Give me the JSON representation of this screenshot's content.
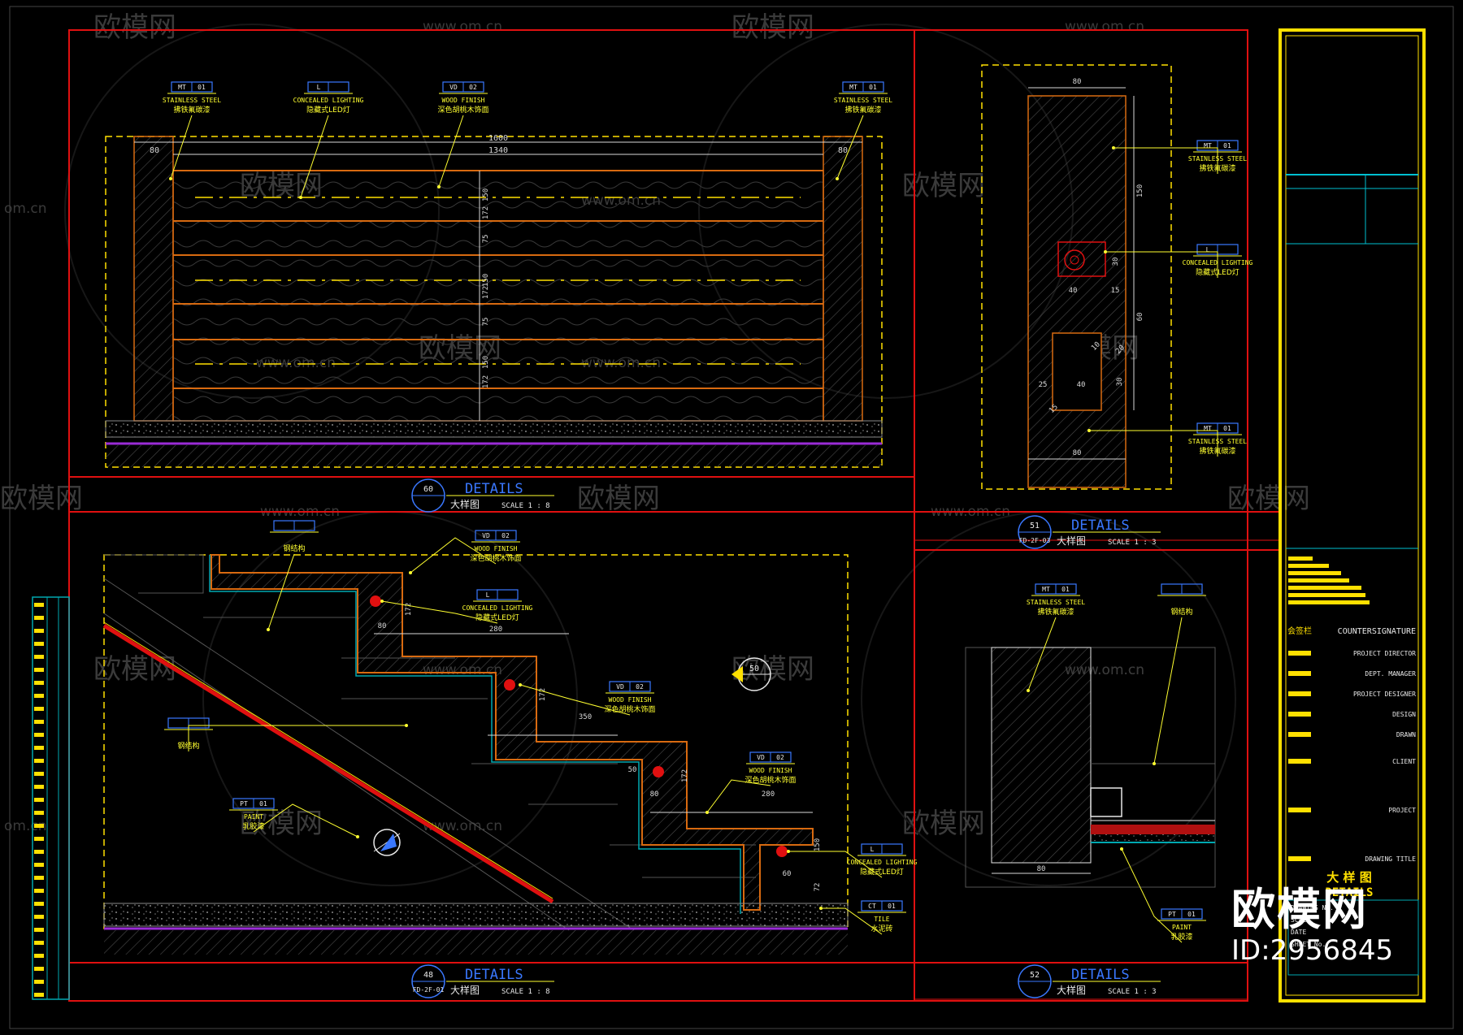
{
  "watermark": {
    "brand": "欧模网",
    "url": "www.om.cn",
    "url_short": "om.cn"
  },
  "brand": {
    "logo": "欧模网",
    "id": "ID:2956845"
  },
  "tags": {
    "mt01": {
      "code": "MT",
      "num": "01",
      "en": "STAINLESS STEEL",
      "cn": "拂铁氟碳漆"
    },
    "light": {
      "code": "L",
      "num": "",
      "en": "CONCEALED LIGHTING",
      "cn": "隐藏式LED灯"
    },
    "vd02": {
      "code": "VD",
      "num": "02",
      "en": "WOOD FINISH",
      "cn": "深色胡桃木饰面"
    },
    "steel": {
      "code": "",
      "num": "",
      "en": "",
      "cn": "钢结构"
    },
    "pt01": {
      "code": "PT",
      "num": "01",
      "en": "PAINT",
      "cn": "乳胶漆"
    },
    "ct01": {
      "code": "CT",
      "num": "01",
      "en": "TILE",
      "cn": "水泥砖"
    }
  },
  "details": {
    "d60": {
      "number": "60",
      "ref": "",
      "title": "DETAILS",
      "cn": "大样图",
      "scale": "SCALE 1 : 8"
    },
    "d51": {
      "number": "51",
      "ref": "FD-2F-03",
      "title": "DETAILS",
      "cn": "大样图",
      "scale": "SCALE 1 : 3"
    },
    "d48": {
      "number": "48",
      "ref": "FD-2F-01",
      "title": "DETAILS",
      "cn": "大样图",
      "scale": "SCALE 1 : 8"
    },
    "d52": {
      "number": "52",
      "ref": "",
      "title": "DETAILS",
      "cn": "大样图",
      "scale": "SCALE 1 : 3"
    }
  },
  "callout": {
    "section": "50"
  },
  "dims": {
    "top_overall": "1600",
    "top_inner": "1340",
    "side_80": "80",
    "d60_vertical": [
      "150",
      "172",
      "75",
      "150",
      "172",
      "75",
      "150",
      "172"
    ],
    "d51": [
      "80",
      "150",
      "30",
      "40",
      "15",
      "60",
      "10",
      "20",
      "25",
      "40",
      "30",
      "15",
      "80"
    ],
    "d48": [
      "172",
      "80",
      "280",
      "172",
      "350",
      "50",
      "172",
      "80",
      "280",
      "150",
      "60",
      "72"
    ],
    "d52": [
      "80"
    ]
  },
  "titleblock": {
    "countersignature": "COUNTERSIGNATURE",
    "seal": "会签栏",
    "roles": [
      "PROJECT DIRECTOR",
      "DEPT. MANAGER",
      "PROJECT DESIGNER",
      "DESIGN",
      "DRAWN",
      "CLIENT",
      "PROJECT",
      "DRAWING TITLE"
    ],
    "drawing_title_cn": "大 样 图",
    "drawing_title_en": "DETAILS",
    "fields": [
      "DRAWING No.",
      "SCALE",
      "DATE",
      "SHEET No."
    ]
  },
  "colors": {
    "frame": "#e01010",
    "dim": "#d8d8d8",
    "tag": "#3a78ff",
    "label": "#ffff30",
    "wood": "#d86a10",
    "accent": "#ffe000",
    "teal": "#00a8b0",
    "hatch": "#555555",
    "floor": "#9a2cd6"
  }
}
